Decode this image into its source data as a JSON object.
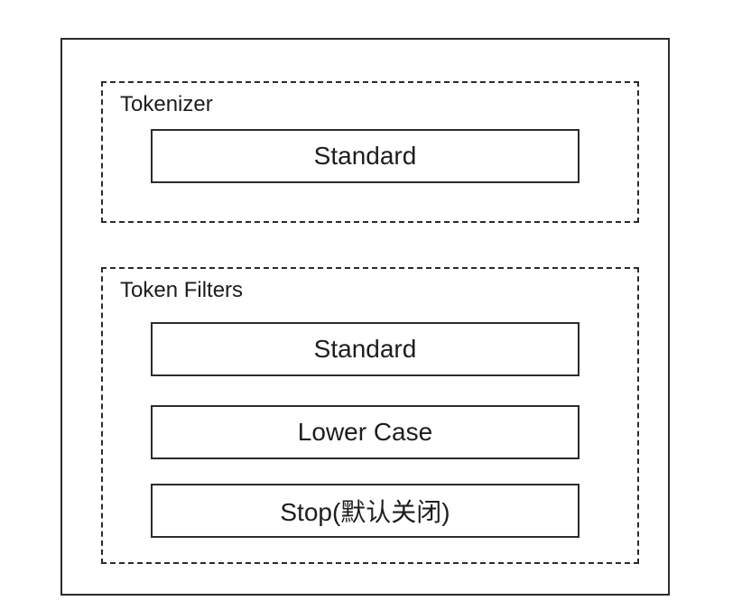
{
  "diagram": {
    "title_hint": "analyzer-components-diagram",
    "colors": {
      "border": "#2b2b2b",
      "text": "#1d1d1d",
      "background": "#ffffff"
    },
    "groups": [
      {
        "label": "Tokenizer",
        "items": [
          {
            "label": "Standard"
          }
        ]
      },
      {
        "label": "Token Filters",
        "items": [
          {
            "label": "Standard"
          },
          {
            "label": "Lower Case"
          },
          {
            "label": "Stop(默认关闭)"
          }
        ]
      }
    ]
  }
}
